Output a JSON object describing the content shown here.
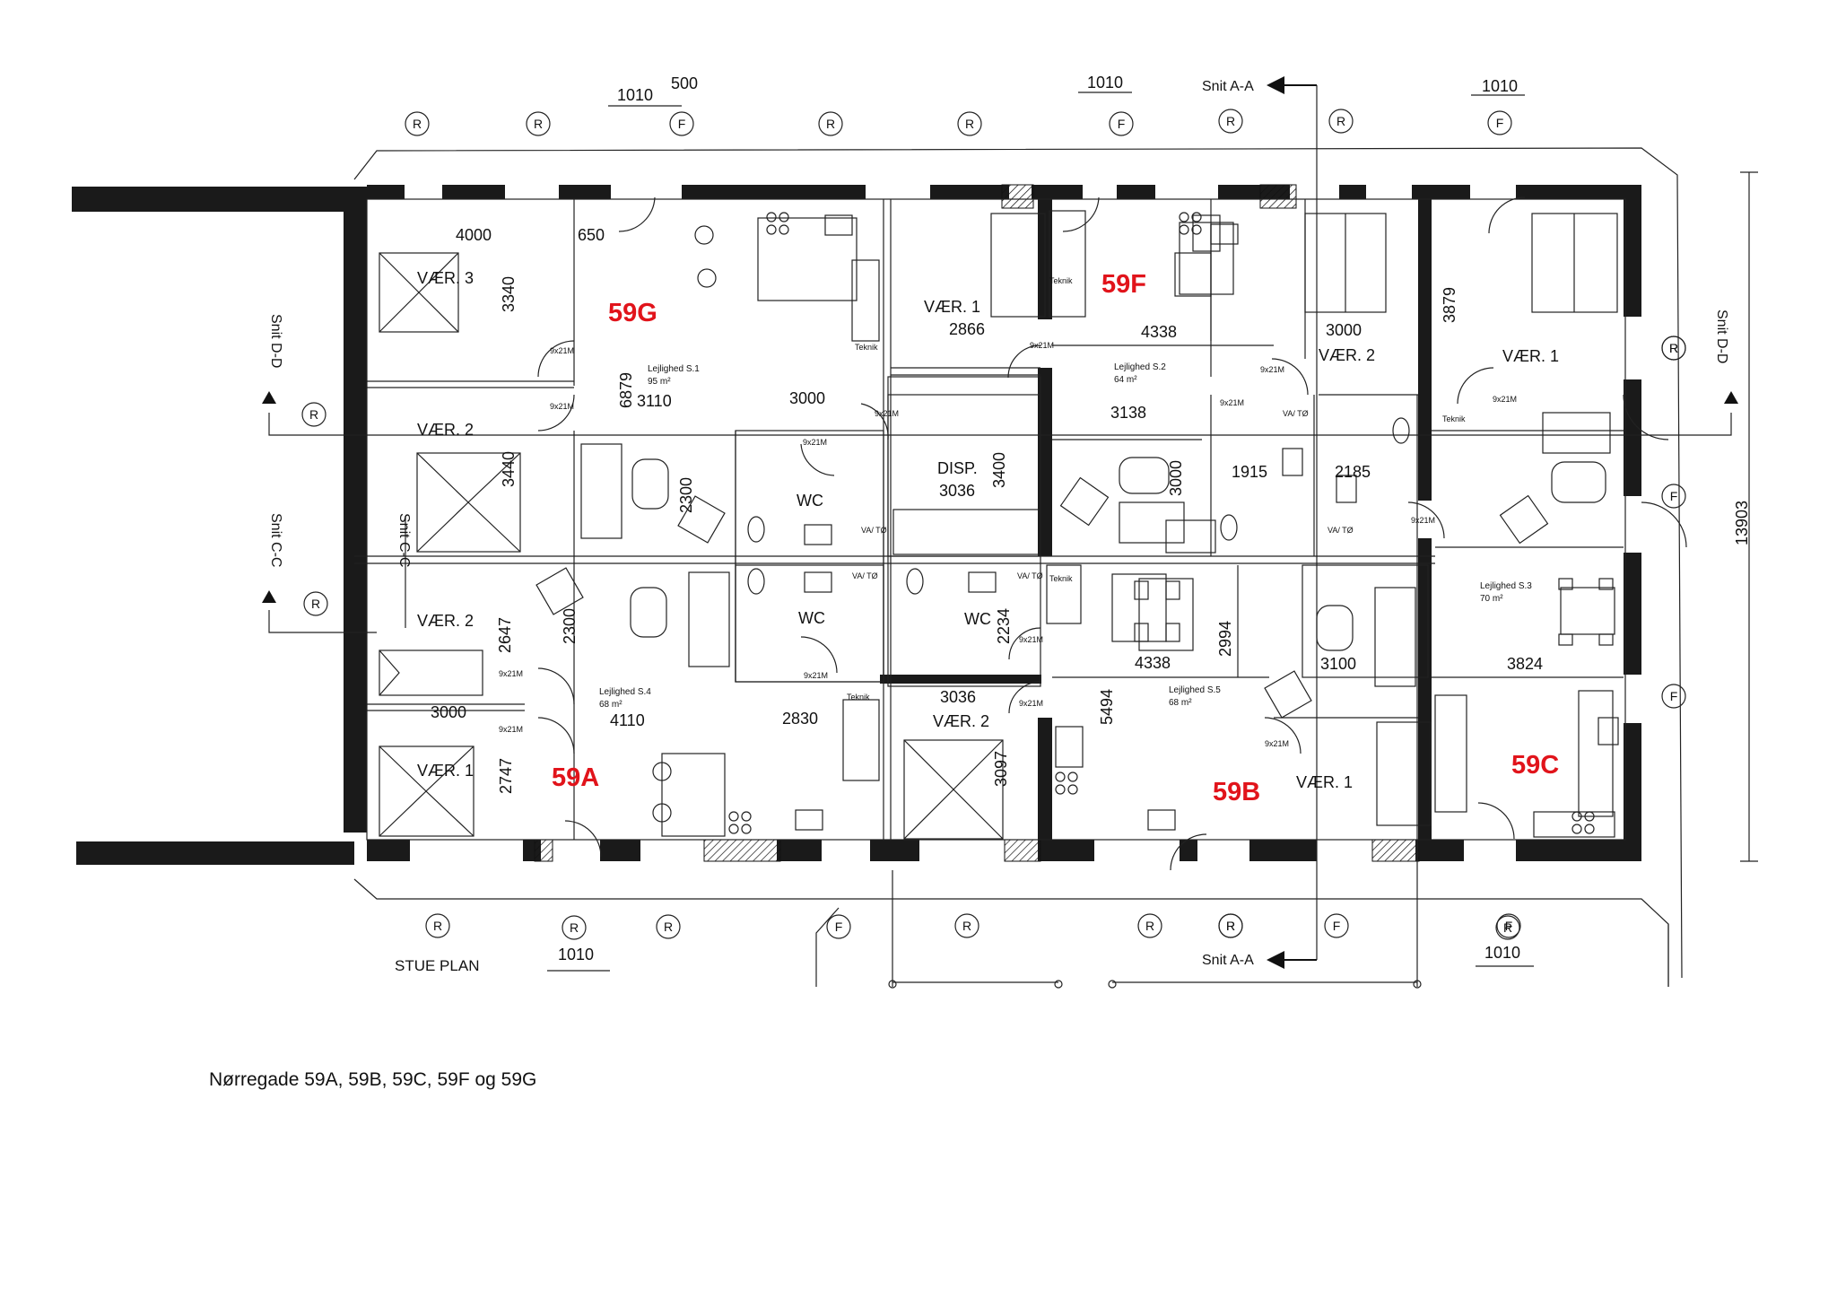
{
  "caption": "Nørregade 59A, 59B, 59C, 59F og 59G",
  "plan_title": "STUE PLAN",
  "units": [
    "59G",
    "59F",
    "59A",
    "59B",
    "59C"
  ],
  "apartments": [
    {
      "label": "Lejlighed S.1",
      "area": "95 m²"
    },
    {
      "label": "Lejlighed S.2",
      "area": "64 m²"
    },
    {
      "label": "Lejlighed S.3",
      "area": "70 m²"
    },
    {
      "label": "Lejlighed S.4",
      "area": "68 m²"
    },
    {
      "label": "Lejlighed S.5",
      "area": "68 m²"
    }
  ],
  "rooms": [
    "VÆR. 3",
    "VÆR. 2",
    "VÆR. 2",
    "VÆR. 1",
    "VÆR. 1",
    "VÆR. 2",
    "VÆR. 1",
    "VÆR. 2",
    "VÆR. 1",
    "DISP.",
    "WC",
    "WC",
    "WC"
  ],
  "dimensions": [
    "4000",
    "650",
    "3340",
    "6879",
    "3110",
    "3000",
    "3440",
    "2300",
    "2866",
    "4338",
    "3000",
    "3879",
    "3138",
    "3000",
    "1915",
    "2185",
    "3036",
    "3400",
    "2647",
    "2300",
    "3000",
    "2747",
    "4110",
    "2830",
    "2234",
    "3036",
    "3097",
    "4338",
    "2994",
    "5494",
    "3100",
    "3824",
    "13903",
    "1010",
    "500",
    "1010",
    "1010",
    "1010",
    "1010"
  ],
  "door_labels": [
    "9x21M",
    "9x21M",
    "9x21M",
    "9x21M",
    "9x21M",
    "9x21M",
    "9x21M",
    "9x21M",
    "9x21M",
    "9x21M",
    "9x21M",
    "9x21M",
    "9x21M",
    "9x21M",
    "9x21M"
  ],
  "teknik_labels": [
    "Teknik",
    "Teknik",
    "Teknik",
    "Teknik",
    "Teknik"
  ],
  "vat_labels": [
    "VA/ TØ",
    "VA/ TØ",
    "VA/ TØ",
    "VA/ TØ",
    "VA/ TØ"
  ],
  "grid_markers": [
    "R",
    "R",
    "F",
    "R",
    "R",
    "F",
    "R",
    "R",
    "F",
    "R",
    "R",
    "F",
    "R",
    "F",
    "R",
    "R",
    "R",
    "F",
    "R",
    "R",
    "R",
    "F",
    "R",
    "R",
    "F",
    "R"
  ],
  "section_labels": [
    "Snit A-A",
    "Snit A-A",
    "Snit D-D",
    "Snit D-D",
    "Snit C-C",
    "Snit C-C"
  ],
  "colors": {
    "unit_label": "#e1141b",
    "wall": "#1a1a1a",
    "line": "#222222"
  }
}
